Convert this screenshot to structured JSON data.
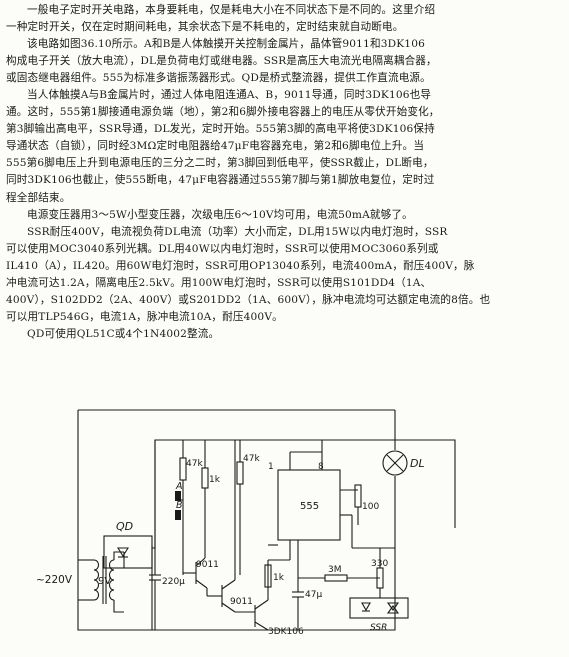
{
  "paragraphs": [
    [
      "一般电子定时开关电路，本身要耗电，仅是耗电大小在不同状态下是不同的。这里介绍",
      "一种定时开关，仅在定时期间耗电，其余状态下是不耗电的，定时结束就自动断电。"
    ],
    [
      "该电路如图36.10所示。A和B是人体触摸开关控制金属片，晶体管9011和3DK106",
      "构成电子开关（放大电流），DL是负荷电灯或继电器。SSR是高压大电流光电隔离耦合器，",
      "或固态继电器组件。555为标准多谐振荡器形式。QD是桥式整流器，提供工作直流电源。"
    ],
    [
      "当人体触摸A与B金属片时，通过人体电阻连通A、B，9011导通，同时3DK106也导",
      "通。这时，555第1脚接通电源负端（地），第2和6脚外接电容器上的电压从零伏开始变化，",
      "第3脚输出高电平，SSR导通，DL发光，定时开始。555第3脚的高电平将使3DK106保持",
      "导通状态（自锁），同时经3MΩ定时电阻器给47μF电容器充电，第2和6脚电位上升。当",
      "555第6脚电压上升到电源电压的三分之二时，第3脚回到低电平，使SSR截止，DL断电，",
      "同时3DK106也截止，使555断电，47μF电容器通过555第7脚与第1脚放电复位，定时过",
      "程全部结束。"
    ],
    [
      "电源变压器用3～5W小型变压器，次级电压6～10V均可用，电流50mA就够了。"
    ],
    [
      "SSR耐压400V，电流视负荷DL电流（功率）大小而定，DL用15W以内电灯泡时，SSR",
      "可以使用MOC3040系列光耦。DL用40W以内电灯泡时，SSR可以使用MOC3060系列或",
      "IL410（A），IL420。用60W电灯泡时，SSR可用OP13040系列，电流400mA，耐压400V，脉",
      "冲电流可达1.2A，隔离电压2.5kV。用100W电灯泡时，SSR可以使用S101DD4（1A、",
      "400V），S102DD2（2A、400V）或S201DD2（1A、600V），脉冲电流均可达额定电流的8倍。也",
      "可以用TLP546G，电流1A，脉冲电流10A，耐压400V。"
    ],
    [
      "QD可使用QL51C或4个1N4002整流。"
    ]
  ],
  "circuit": {
    "lamp_label": "DL",
    "bridge_label": "QD",
    "mains_label": "~220V",
    "secondary_label": "9V",
    "r_top_left": "47k",
    "r_top_right": "47k",
    "r_base": "1k",
    "r_emitter": "1k",
    "r_timing": "3M",
    "r_ssr": "330",
    "r_pin5": "100",
    "cap_filter": "220μ",
    "cap_timing": "47μ",
    "q1": "9011",
    "q2": "9011",
    "q3": "3DK106",
    "ic": "555",
    "pin1": "1",
    "pin8": "8",
    "touch_a": "A",
    "touch_b": "B",
    "ssr_label": "SSR"
  }
}
